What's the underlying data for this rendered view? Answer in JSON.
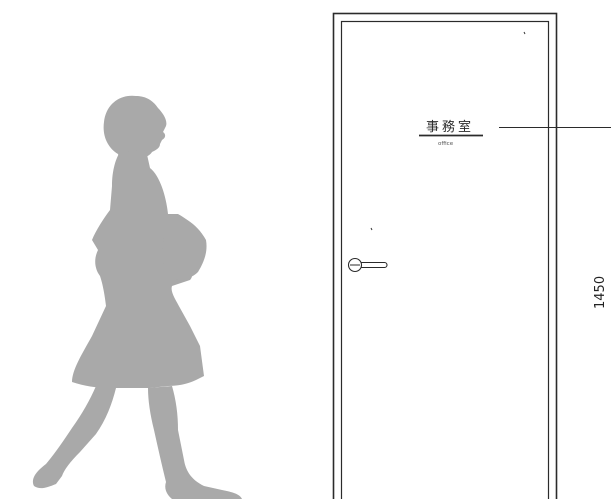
{
  "sign": {
    "japanese": "事務室",
    "english": "office"
  },
  "dimension": {
    "height_label": "1450"
  },
  "colors": {
    "silhouette": "#a9a9a9",
    "door_line": "#2b2b2b",
    "background": "#ffffff"
  },
  "icons": {
    "person": "walking-woman-silhouette-icon",
    "handle": "lever-door-handle-icon"
  }
}
